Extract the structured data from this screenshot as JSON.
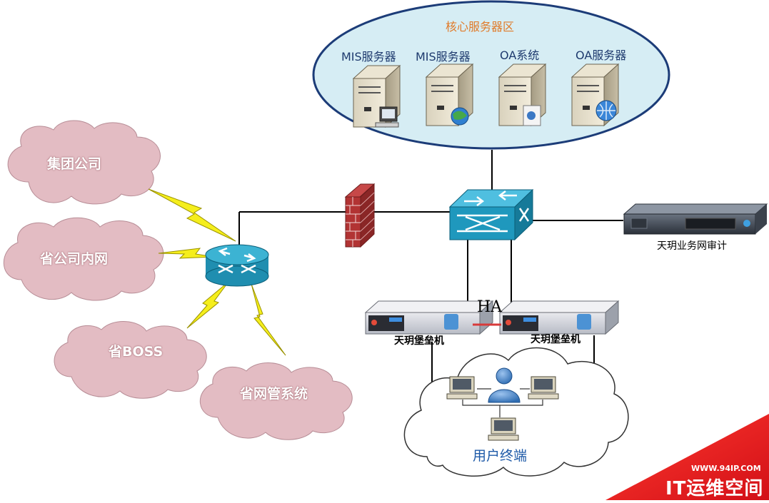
{
  "core_zone": {
    "title": "核心服务器区",
    "servers": [
      "MIS服务器",
      "MIS服务器",
      "OA系统",
      "OA服务器"
    ]
  },
  "clouds": [
    "集团公司",
    "省公司内网",
    "省BOSS",
    "省网管系统"
  ],
  "audit_device_label": "天玥业务网审计",
  "bastion_hosts": [
    "天玥堡垒机",
    "天玥堡垒机"
  ],
  "ha_label": "HA",
  "user_terminal_label": "用户终端",
  "watermark": {
    "url": "WWW.94IP.COM",
    "brand": "IT运维空间"
  },
  "colors": {
    "core_zone_fill": "#d6edf4",
    "cloud_fill": "#e3bcc3",
    "switch_fill": "#2aa6c4",
    "watermark_red": "#e8141e"
  }
}
